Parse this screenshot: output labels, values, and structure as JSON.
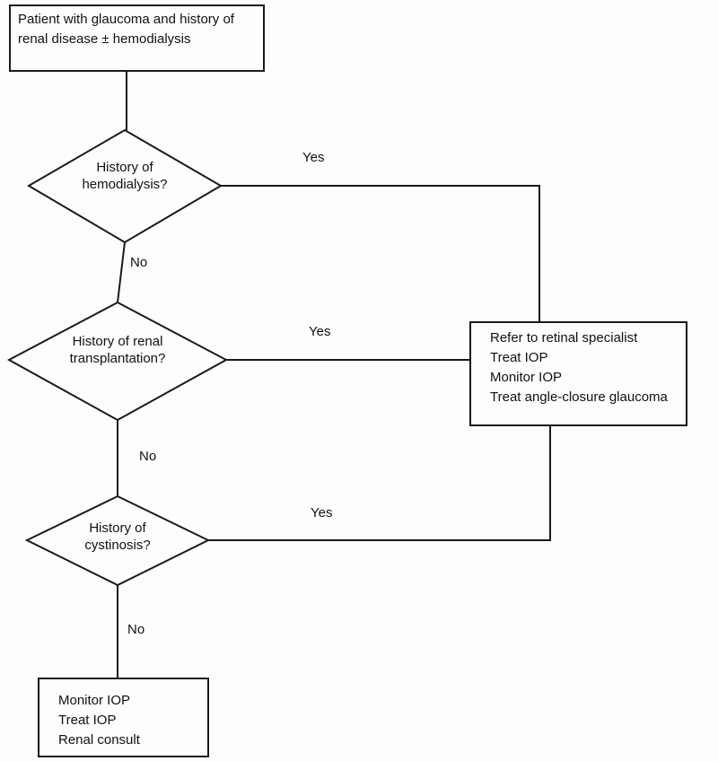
{
  "diagram": {
    "type": "flowchart",
    "nodes": {
      "start": {
        "kind": "process",
        "lines": [
          "Patient with glaucoma and history of",
          "renal disease ± hemodialysis"
        ]
      },
      "hemodialysis": {
        "kind": "decision",
        "lines": [
          "History of",
          "hemodialysis?"
        ]
      },
      "transplantation": {
        "kind": "decision",
        "lines": [
          "History of renal",
          "transplantation?"
        ]
      },
      "cystinosis": {
        "kind": "decision",
        "lines": [
          "History of",
          "cystinosis?"
        ]
      },
      "refer": {
        "kind": "process",
        "lines": [
          "Refer to retinal specialist",
          "Treat IOP",
          "Monitor IOP",
          "Treat angle-closure glaucoma"
        ]
      },
      "monitor": {
        "kind": "process",
        "lines": [
          "Monitor IOP",
          "Treat IOP",
          "Renal consult"
        ]
      }
    },
    "edge_labels": {
      "hemodialysis_yes": "Yes",
      "hemodialysis_no": "No",
      "transplantation_yes": "Yes",
      "transplantation_no": "No",
      "cystinosis_yes": "Yes",
      "cystinosis_no": "No"
    },
    "colors": {
      "line": "#1a1a1a",
      "text": "#111111",
      "background": "#fdfdfd",
      "node_fill": "#fdfdfd"
    }
  }
}
